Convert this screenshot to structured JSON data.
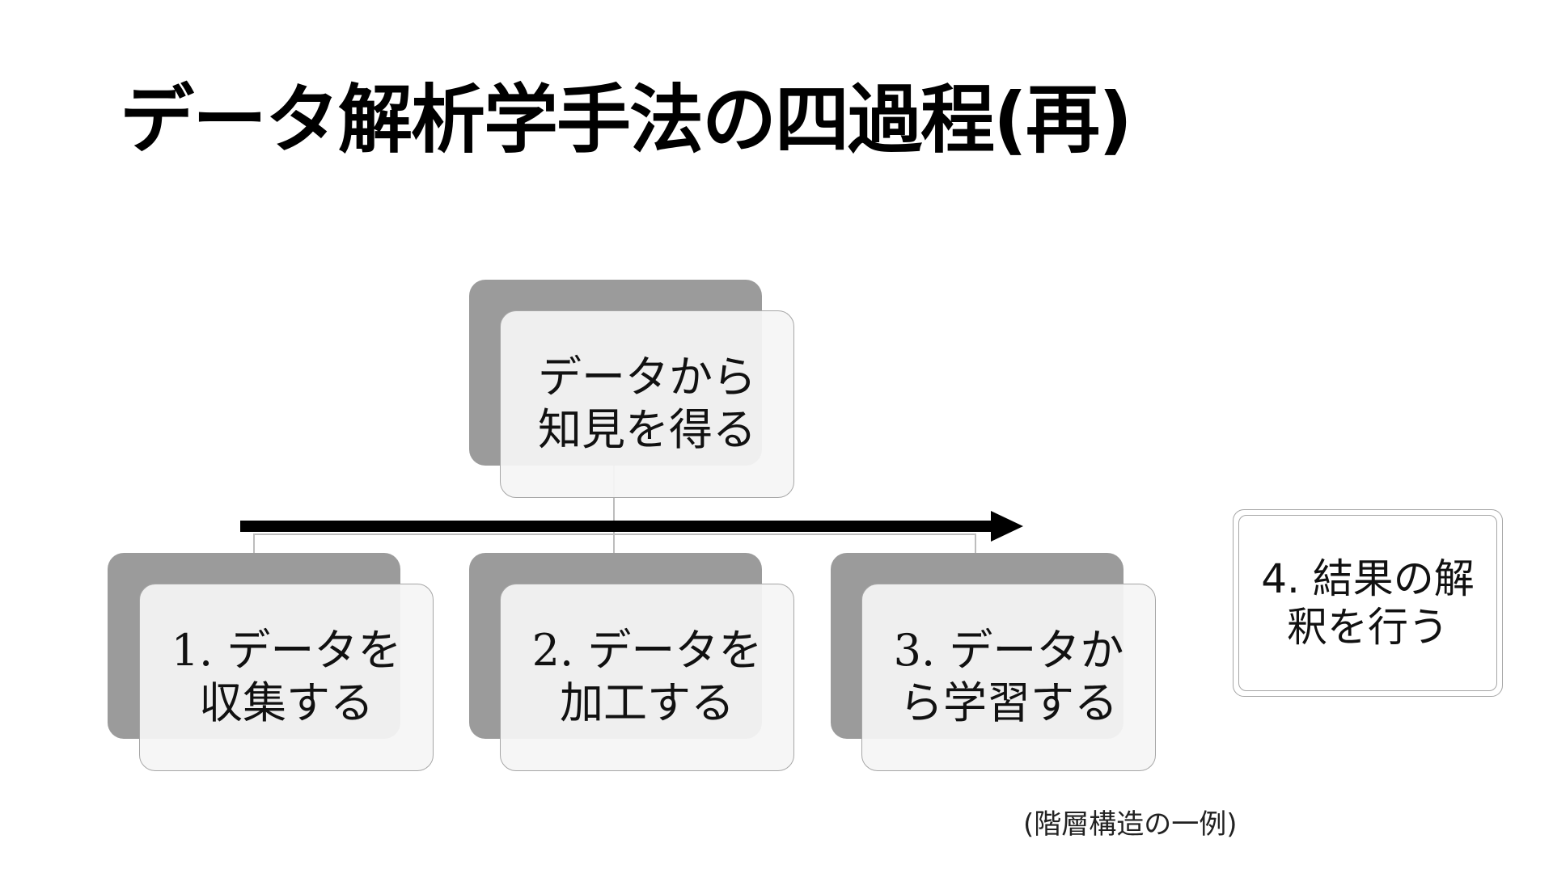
{
  "slide": {
    "title": "データ解析学手法の四過程(再)",
    "root": {
      "label": "データから\n知見を得る"
    },
    "steps": [
      {
        "label": "1. データを\n収集する"
      },
      {
        "label": "2. データを\n加工する"
      },
      {
        "label": "3. データか\nら学習する"
      }
    ],
    "side_box": {
      "label": "4. 結果の解\n釈を行う"
    },
    "caption": "(階層構造の一例)"
  }
}
